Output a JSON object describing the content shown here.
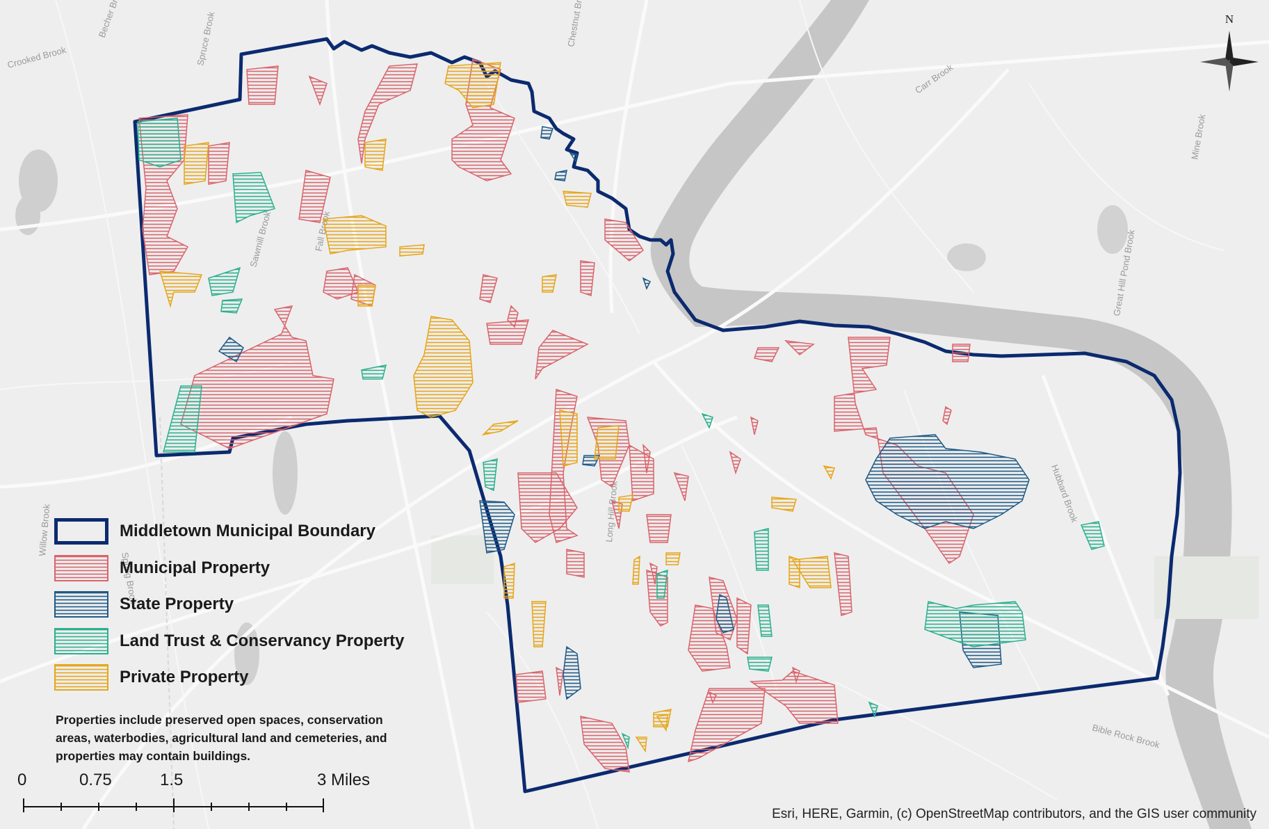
{
  "colors": {
    "background": "#eeeeee",
    "boundary": "#0b2a6f",
    "municipal": "#d9646c",
    "state": "#1f5a86",
    "land_trust": "#2bb08e",
    "private": "#e6a519",
    "river": "#c6c6c6",
    "roads": "#fafafa"
  },
  "legend": {
    "boundary": "Middletown Municipal  Boundary",
    "municipal": "Municipal Property",
    "state": "State Property",
    "land_trust": "Land Trust & Conservancy Property",
    "private": "Private Property"
  },
  "note": "Properties include preserved open spaces, conservation areas, waterbodies, agricultural land and cemeteries, and properties may contain buildings.",
  "scale_bar": {
    "labels": [
      "0",
      "0.75",
      "1.5",
      "3 Miles"
    ]
  },
  "north_arrow": {
    "label": "N"
  },
  "attribution": "Esri, HERE, Garmin, (c) OpenStreetMap contributors, and the GIS user community",
  "basemap_labels": {
    "crooked_brook": "Crooked Brook",
    "becher_brook": "Becher Brook",
    "spruce_brook": "Spruce Brook",
    "chestnut_brook": "Chestnut Brook",
    "carr_brook": "Carr Brook",
    "mine_brook": "Mine Brook",
    "great_hill_pond_brook": "Great Hill Pond Brook",
    "hubbard_brook": "Hubbard Brook",
    "bible_rock_brook": "Bible Rock Brook",
    "sawmill_brook": "Sawmill Brook",
    "fall_brook": "Fall Brook",
    "long_hill_brook": "Long Hill Brook",
    "willow_brook": "Willow Brook",
    "spring_brook": "Spring Brook"
  }
}
